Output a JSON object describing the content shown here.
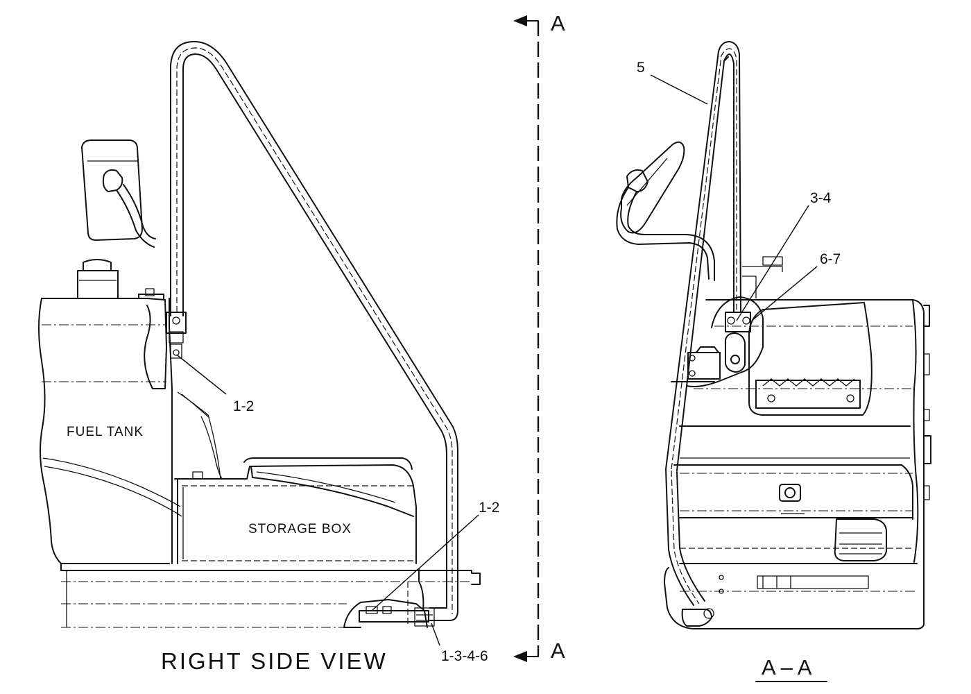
{
  "views": {
    "right_side": {
      "title": "RIGHT  SIDE  VIEW",
      "parts": {
        "fuel_tank": "FUEL  TANK",
        "storage_box": "STORAGE  BOX"
      },
      "callouts": [
        "1-2",
        "1-2",
        "1-3-4-6"
      ]
    },
    "section": {
      "title": "A – A",
      "callouts": [
        "5",
        "3-4",
        "6-7"
      ]
    }
  },
  "section_line": {
    "top_label": "A",
    "bottom_label": "A"
  }
}
